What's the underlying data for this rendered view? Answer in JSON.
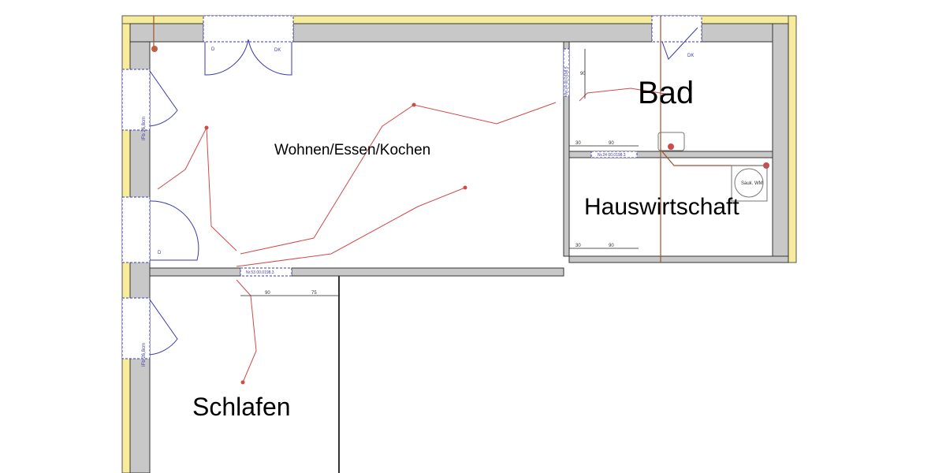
{
  "rooms": {
    "living": "Wohnen/Essen/Kochen",
    "bath": "Bad",
    "utility": "Hauswirtschaft",
    "bedroom": "Schlafen"
  },
  "dimensions": {
    "bedroom_a": "90",
    "bedroom_b": "75",
    "bath_a": "30",
    "bath_b": "90",
    "utility_a": "30",
    "utility_b": "90",
    "bath_side": "90"
  },
  "door_labels": {
    "dk": "DK",
    "d": "D",
    "bath_dk": "DK"
  },
  "window_labels": {
    "w1": "IFb 26,8cm",
    "w2": "IFb 26,8cm"
  },
  "lintel_labels": {
    "bedroom": "Nr.53 00.0198.3",
    "utility": "Nr.24 00.0198.3",
    "bath": "Nr.24 00.0198.5"
  },
  "fixture_labels": {
    "washer": "Sauk. WM"
  },
  "colors": {
    "outer_wall": "#f7ec9c",
    "wall": "#c8c8c8",
    "wiring": "#d04a4a",
    "pipe": "#a0522d",
    "doors": "#3a3ab0"
  }
}
